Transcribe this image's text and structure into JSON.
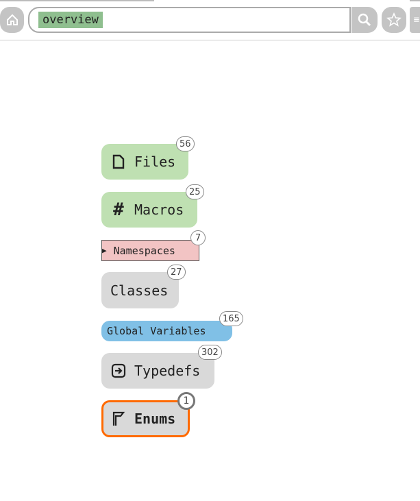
{
  "toolbar": {
    "search_value": "overview"
  },
  "nodes": [
    {
      "label": "Files",
      "count": "56",
      "color": "#bfe0b2"
    },
    {
      "label": "Macros",
      "count": "25",
      "color": "#bfe0b2"
    },
    {
      "label": "Namespaces",
      "count": "7",
      "color": "#f2c4c4"
    },
    {
      "label": "Classes",
      "count": "27",
      "color": "#d9d9d9"
    },
    {
      "label": "Global Variables",
      "count": "165",
      "color": "#80c0e6"
    },
    {
      "label": "Typedefs",
      "count": "302",
      "color": "#d9d9d9"
    },
    {
      "label": "Enums",
      "count": "1",
      "color": "#d9d9d9",
      "selected_border": "#ff6a00"
    }
  ]
}
